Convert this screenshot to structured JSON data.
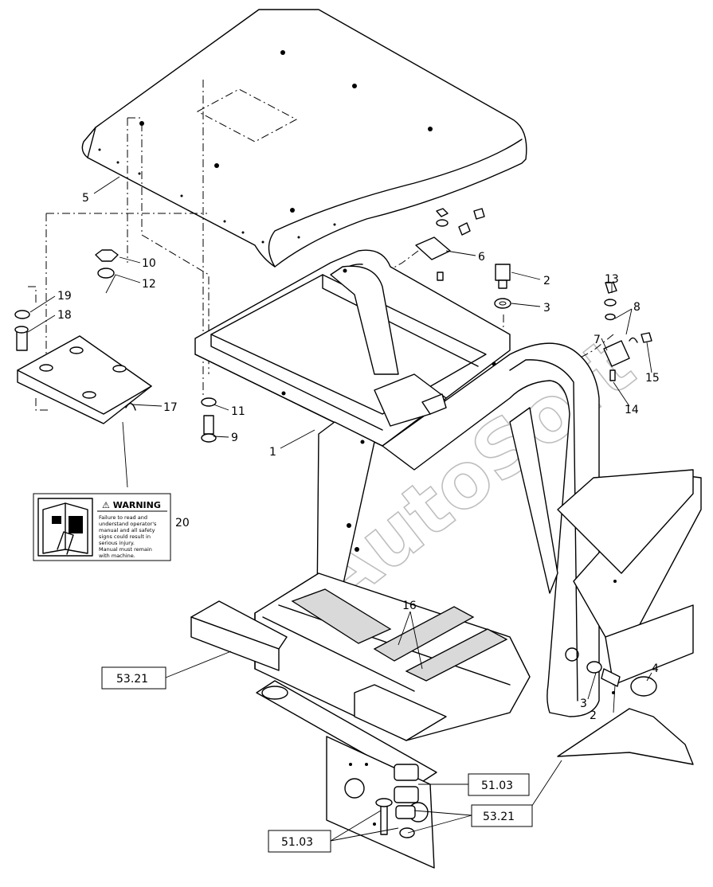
{
  "watermark": "AutoSoft",
  "callouts": [
    "1",
    "2",
    "2",
    "3",
    "3",
    "4",
    "5",
    "6",
    "7",
    "8",
    "9",
    "10",
    "11",
    "12",
    "13",
    "14",
    "15",
    "16",
    "17",
    "18",
    "19",
    "20"
  ],
  "references": [
    "53.21",
    "51.03",
    "53.21",
    "51.03"
  ],
  "decal": {
    "heading": "WARNING",
    "lines": [
      "Failure to read and",
      "understand operator's",
      "manual and all safety",
      "signs could result in",
      "serious injury.",
      "Manual must remain",
      "with machine."
    ]
  }
}
